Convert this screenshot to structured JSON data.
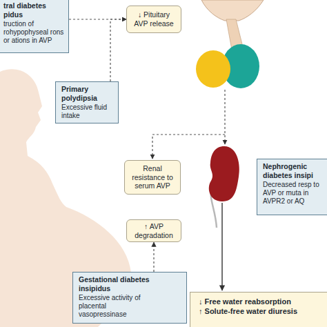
{
  "diagram": {
    "nodes": [
      {
        "text": [
          "tral diabetes pidus",
          "truction of rohypophyseal rons or ations in AVP"
        ]
      },
      {
        "text": [
          "↓ Pituitary AVP release"
        ]
      },
      {
        "text": [
          "Primary polydipsia",
          "Excessive fluid intake"
        ]
      },
      {
        "text": [
          "Renal resistance to serum AVP"
        ]
      },
      {
        "text": [
          "Nephrogenic diabetes insipi",
          "Decreased resp to AVP or muta in AVPR2 or AQ"
        ]
      },
      {
        "text": [
          "↑ AVP degradation"
        ]
      },
      {
        "text": [
          "Gestational diabetes insipidus",
          "Excessive activity of placental vasopressinase"
        ]
      },
      {
        "text": [
          "↓ Free water reabsorption",
          "↑ Solute-free water diuresis"
        ]
      }
    ],
    "edges": [
      {
        "from": 0,
        "to": 1,
        "arrow": "to"
      },
      {
        "from": 2,
        "to": 1,
        "arrow": "to"
      },
      {
        "from": 6,
        "to": 5,
        "arrow": "to"
      }
    ]
  }
}
